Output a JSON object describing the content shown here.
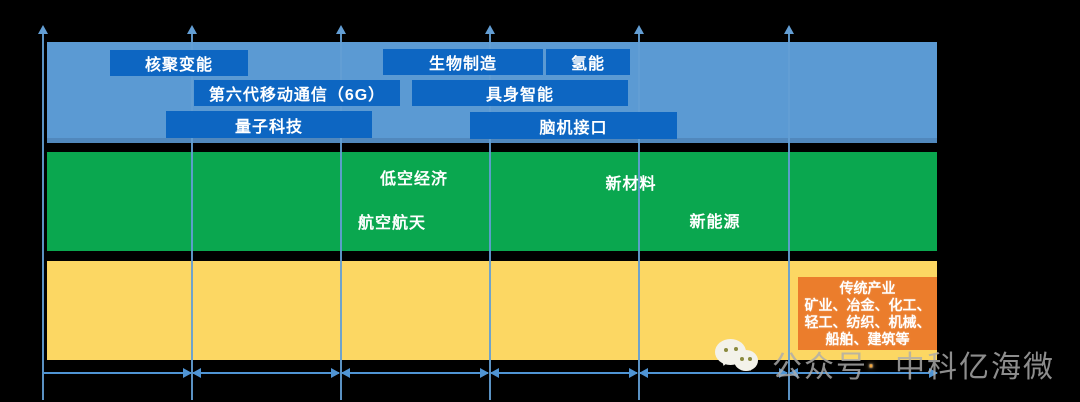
{
  "layers": {
    "future": {
      "boxes": [
        {
          "label": "核聚变能"
        },
        {
          "label": "生物制造"
        },
        {
          "label": "氢能"
        },
        {
          "label": "第六代移动通信（6G）"
        },
        {
          "label": "具身智能"
        },
        {
          "label": "量子科技"
        },
        {
          "label": "脑机接口"
        }
      ]
    },
    "emerging": {
      "labels": [
        {
          "label": "低空经济"
        },
        {
          "label": "航空航天"
        },
        {
          "label": "新材料"
        },
        {
          "label": "新能源"
        }
      ]
    },
    "traditional": {
      "title": "传统产业",
      "detail_lines": [
        "矿业、冶金、化工、",
        "轻工、纺织、机械、",
        "船舶、建筑等"
      ]
    }
  },
  "watermark": {
    "icon": "wechat-icon",
    "account_label": "公众号",
    "separator": "·",
    "account_name": "中科亿海微"
  },
  "colors": {
    "background": "#000000",
    "future_band": "#5b9ad3",
    "future_box": "#0d66c2",
    "emerging_band": "#0aa74f",
    "traditional_band": "#fcd763",
    "traditional_box": "#eb7d2c",
    "axis_line": "#5b9bd5",
    "label_text": "#ffffff",
    "watermark_text": "#acacac"
  }
}
